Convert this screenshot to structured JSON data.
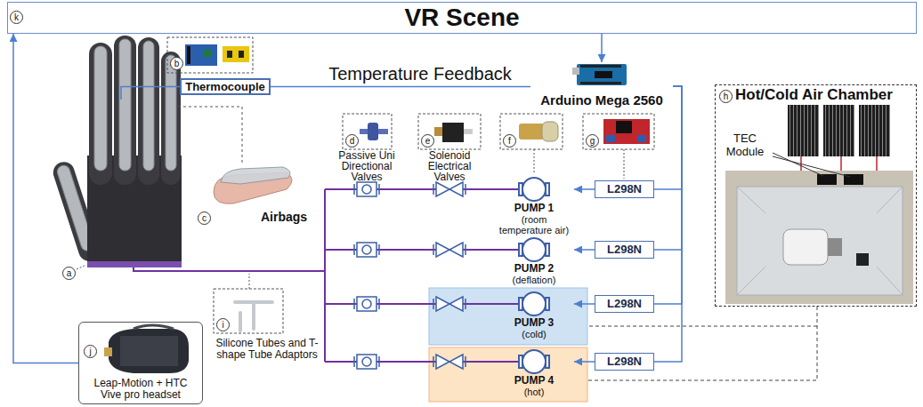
{
  "diagram": {
    "nodes": [
      {
        "text": [
          "VR Scene"
        ]
      },
      {
        "text": [
          "Thermocouple"
        ]
      },
      {
        "text": [
          "Arduino Mega 2560"
        ]
      },
      {
        "text": [
          "Hot/Cold Air Chamber"
        ]
      },
      {
        "text": [
          "PUMP 1",
          "(room temperature air)"
        ]
      },
      {
        "text": [
          "L298N"
        ]
      },
      {
        "text": [
          "PUMP 2",
          "(deflation)"
        ]
      },
      {
        "text": [
          "L298N"
        ]
      },
      {
        "text": [
          "PUMP 3",
          "(cold)"
        ]
      },
      {
        "text": [
          "L298N"
        ]
      },
      {
        "text": [
          "PUMP 4",
          "(hot)"
        ]
      },
      {
        "text": [
          "L298N"
        ]
      },
      {
        "text": [
          "Leap-Motion + HTC Vive pro headset"
        ]
      }
    ],
    "edges": [
      {
        "from": 0,
        "to": 2,
        "arrow": "to"
      },
      {
        "from": 1,
        "to": 2,
        "arrow": "none"
      },
      {
        "from": 2,
        "to": 5,
        "arrow": "none"
      },
      {
        "from": 2,
        "to": 7,
        "arrow": "none"
      },
      {
        "from": 2,
        "to": 9,
        "arrow": "none"
      },
      {
        "from": 2,
        "to": 11,
        "arrow": "none"
      },
      {
        "from": 5,
        "to": 4,
        "arrow": "to"
      },
      {
        "from": 7,
        "to": 6,
        "arrow": "to"
      },
      {
        "from": 9,
        "to": 8,
        "arrow": "to"
      },
      {
        "from": 11,
        "to": 10,
        "arrow": "to"
      },
      {
        "from": 12,
        "to": 0,
        "arrow": "to"
      }
    ],
    "labels": [
      "k",
      "b",
      "Temperature Feedback",
      "a",
      "c",
      "Airbags",
      "d",
      "e",
      "f",
      "g",
      "h",
      "TEC Module",
      "Passive Uni Directional Valves",
      "Solenoid Electrical Valves",
      "i",
      "Silicone Tubes and T-shape Tube Adaptors",
      "j"
    ]
  }
}
